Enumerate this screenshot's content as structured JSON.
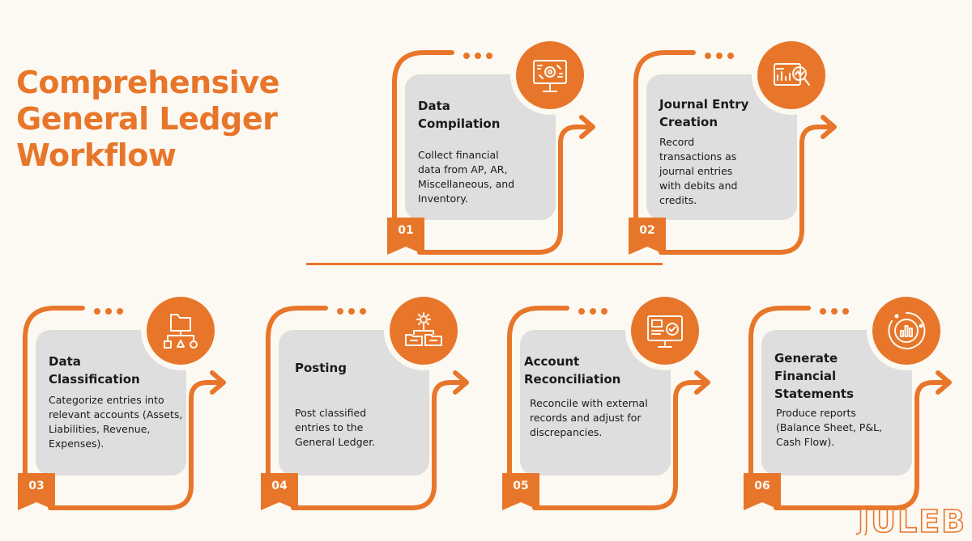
{
  "title": {
    "line1": "Comprehensive",
    "line2": "General Ledger",
    "line3": "Workflow"
  },
  "colors": {
    "accent": "#e8762a",
    "card": "#dedede",
    "background": "#fcf9f2",
    "text": "#1a1a1a"
  },
  "steps": [
    {
      "number": "01",
      "title": "Data Compilation",
      "description": "Collect financial data from AP, AR, Miscellaneous, and Inventory.",
      "icon": "presentation-board-icon"
    },
    {
      "number": "02",
      "title": "Journal Entry Creation",
      "description": "Record transactions as journal entries with debits and credits.",
      "icon": "report-analysis-icon"
    },
    {
      "number": "03",
      "title": "Data Classification",
      "description": "Categorize entries into relevant accounts (Assets, Liabilities, Revenue, Expenses).",
      "icon": "folder-hierarchy-icon"
    },
    {
      "number": "04",
      "title": "Posting",
      "description": "Post classified entries to the General Ledger.",
      "icon": "gear-folders-icon"
    },
    {
      "number": "05",
      "title": "Account Reconciliation",
      "description": "Reconcile with external records and adjust for discrepancies.",
      "icon": "monitor-check-icon"
    },
    {
      "number": "06",
      "title": "Generate Financial Statements",
      "description": "Produce reports (Balance Sheet, P&L, Cash Flow).",
      "icon": "chart-circle-icon"
    }
  ],
  "logo": "JULEB"
}
